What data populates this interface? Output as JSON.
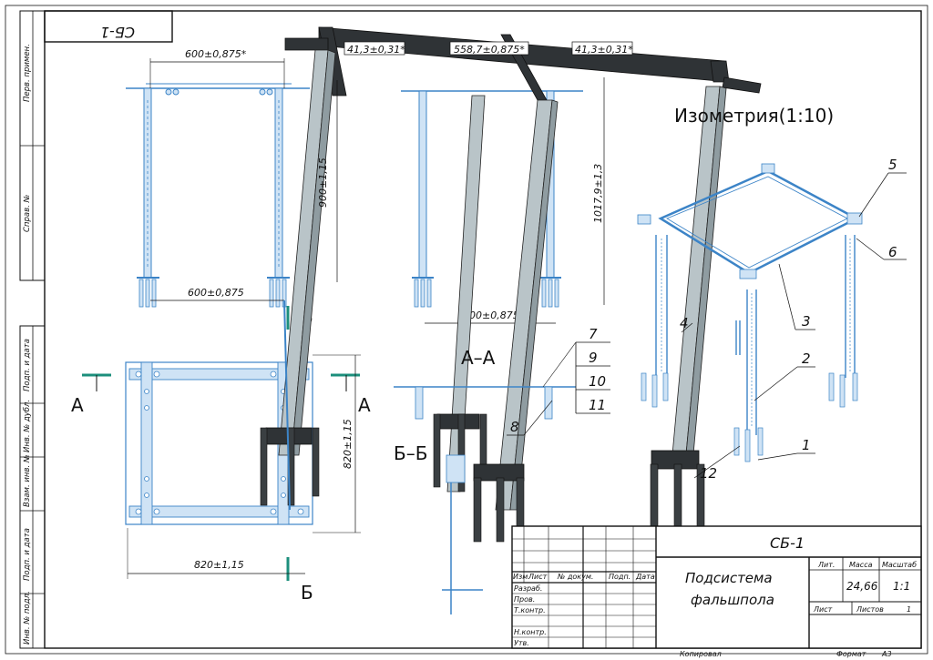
{
  "stamp": {
    "code_rotated": "СБ-1"
  },
  "side_stamp": [
    "Перв. примен.",
    "Справ. №",
    "Подп. и дата",
    "Инв. № дубл.",
    "Взам. инв. №",
    "Подп. и дата",
    "Инв. № подл."
  ],
  "view_title": "Изометрия(1:10)",
  "dimensions": {
    "top_width": "600±0,875*",
    "top_bottom": "600±0,875",
    "height_left": "900±1,15",
    "offset_left": "41,3±0,31*",
    "span_mid": "558,7±0,875*",
    "offset_right": "41,3±0,31*",
    "height_total": "1017,9±1,3",
    "mid_bottom": "600±0,875",
    "plan_height": "820±1,15",
    "plan_width": "820±1,15"
  },
  "section_marks": {
    "a": "А",
    "b": "Б",
    "aa": "А–А",
    "bb": "Б–Б"
  },
  "positions": [
    "1",
    "2",
    "3",
    "4",
    "5",
    "6",
    "7",
    "8",
    "9",
    "10",
    "11",
    "12"
  ],
  "title_block": {
    "designation": "СБ-1",
    "name_line1": "Подсистема",
    "name_line2": "фальшпола",
    "col_lit": "Лит.",
    "col_mass": "Масса",
    "col_scale": "Масштаб",
    "mass": "24,66",
    "scale": "1:1",
    "sheet_label": "Лист",
    "sheets_label": "Листов",
    "sheets_value": "1",
    "rows": [
      "Изм.",
      "Лист",
      "№ докум.",
      "Подп.",
      "Дата"
    ],
    "roles": [
      "Разраб.",
      "Пров.",
      "Т.контр.",
      "",
      "Н.контр.",
      "Утв."
    ],
    "copied": "Копировал",
    "format_label": "Формат",
    "format_value": "A3"
  }
}
